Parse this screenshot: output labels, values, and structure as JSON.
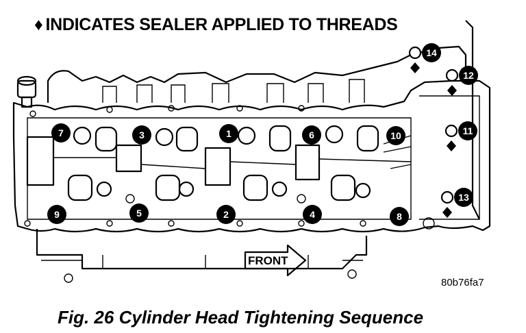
{
  "legend": {
    "symbol": "♦",
    "text": "INDICATES SEALER APPLIED TO THREADS"
  },
  "caption": "Fig. 26 Cylinder Head Tightening Sequence",
  "figure_id": "80b76fa7",
  "front_label": "FRONT",
  "bolts": [
    {
      "label": "1",
      "sealer": false
    },
    {
      "label": "2",
      "sealer": false
    },
    {
      "label": "3",
      "sealer": false
    },
    {
      "label": "4",
      "sealer": false
    },
    {
      "label": "5",
      "sealer": false
    },
    {
      "label": "6",
      "sealer": false
    },
    {
      "label": "7",
      "sealer": false
    },
    {
      "label": "8",
      "sealer": false
    },
    {
      "label": "9",
      "sealer": false
    },
    {
      "label": "10",
      "sealer": false
    },
    {
      "label": "11",
      "sealer": true
    },
    {
      "label": "12",
      "sealer": true
    },
    {
      "label": "13",
      "sealer": true
    },
    {
      "label": "14",
      "sealer": true
    }
  ],
  "colors": {
    "ink": "#000000",
    "paper": "#ffffff"
  }
}
